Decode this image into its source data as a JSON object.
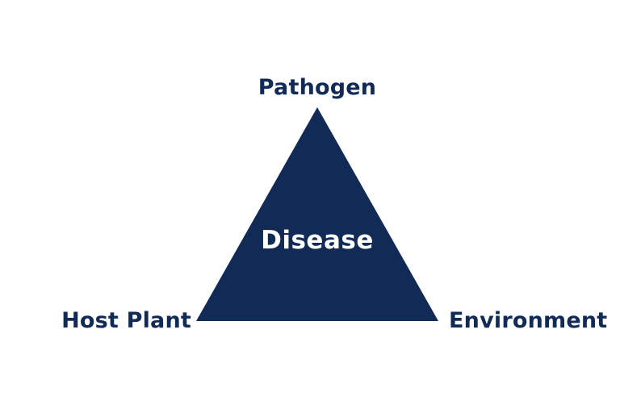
{
  "diagram": {
    "vertices": {
      "top_label": "Pathogen",
      "bottom_left_label": "Host Plant",
      "bottom_right_label": "Environment"
    },
    "center_label": "Disease",
    "colors": {
      "navy": "#122b56",
      "center_text": "#ffffff",
      "bg": "#ffffff"
    }
  }
}
